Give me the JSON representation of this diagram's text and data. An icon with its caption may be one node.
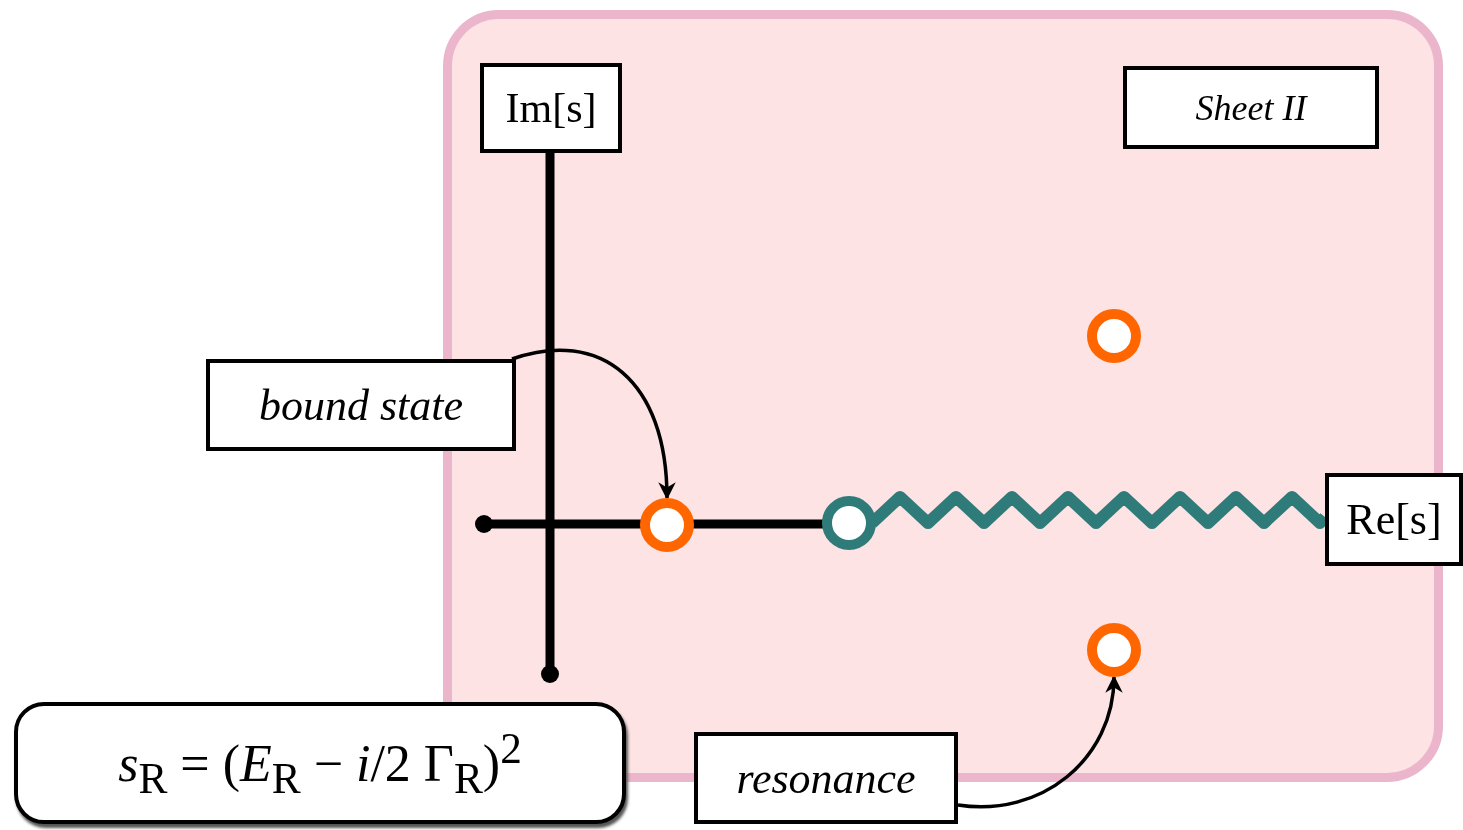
{
  "diagram": {
    "nodes": [
      {
        "text": [],
        "shape": "box"
      },
      {
        "text": [
          "Im[s]"
        ],
        "in": 0
      },
      {
        "text": [
          "Sheet II"
        ],
        "in": 0
      },
      {
        "text": [
          "bound state"
        ]
      },
      {
        "text": [],
        "shape": "circle",
        "in": 0
      },
      {
        "text": [],
        "shape": "circle",
        "in": 0
      },
      {
        "text": [],
        "shape": "circle",
        "in": 0
      },
      {
        "text": [],
        "shape": "circle",
        "in": 0
      },
      {
        "text": [
          "Re[s]"
        ]
      },
      {
        "text": [
          "*s*$_{R}$ = (*E*$_{R}$ − *i*/2 Γ$_{R}$)$^{2}$"
        ]
      },
      {
        "text": [
          "resonance"
        ]
      }
    ],
    "edges": [
      {
        "from": 3,
        "to": 4,
        "arrow": "to"
      },
      {
        "from": 10,
        "to": 7,
        "arrow": "to"
      },
      {
        "from": 5,
        "to": 8,
        "arrow": "none",
        "style": "thick",
        "color": "#2e7b79"
      }
    ]
  }
}
